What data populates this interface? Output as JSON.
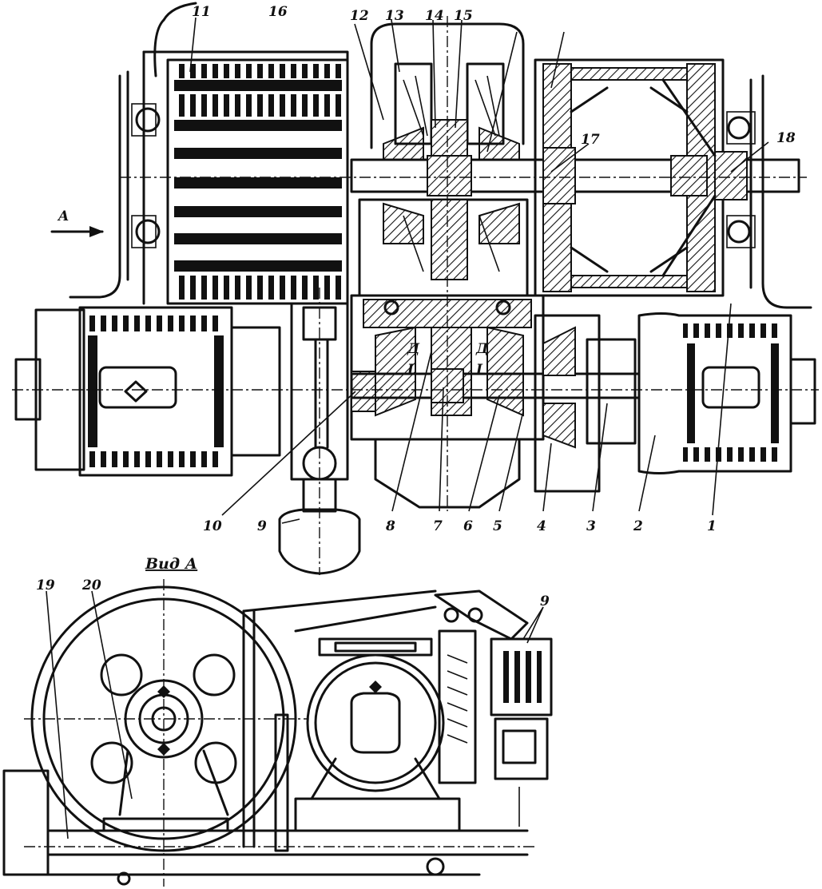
{
  "top_view": {
    "arrow_label": "A",
    "labels": [
      "11",
      "16",
      "12",
      "13",
      "14",
      "15",
      "17",
      "18",
      "10",
      "9",
      "8",
      "7",
      "6",
      "5",
      "4",
      "3",
      "2",
      "1"
    ],
    "inner_marks": [
      "Д",
      "Д",
      "I",
      "I"
    ]
  },
  "side_view": {
    "title": "Вид А",
    "labels": [
      "19",
      "20",
      "9"
    ]
  }
}
